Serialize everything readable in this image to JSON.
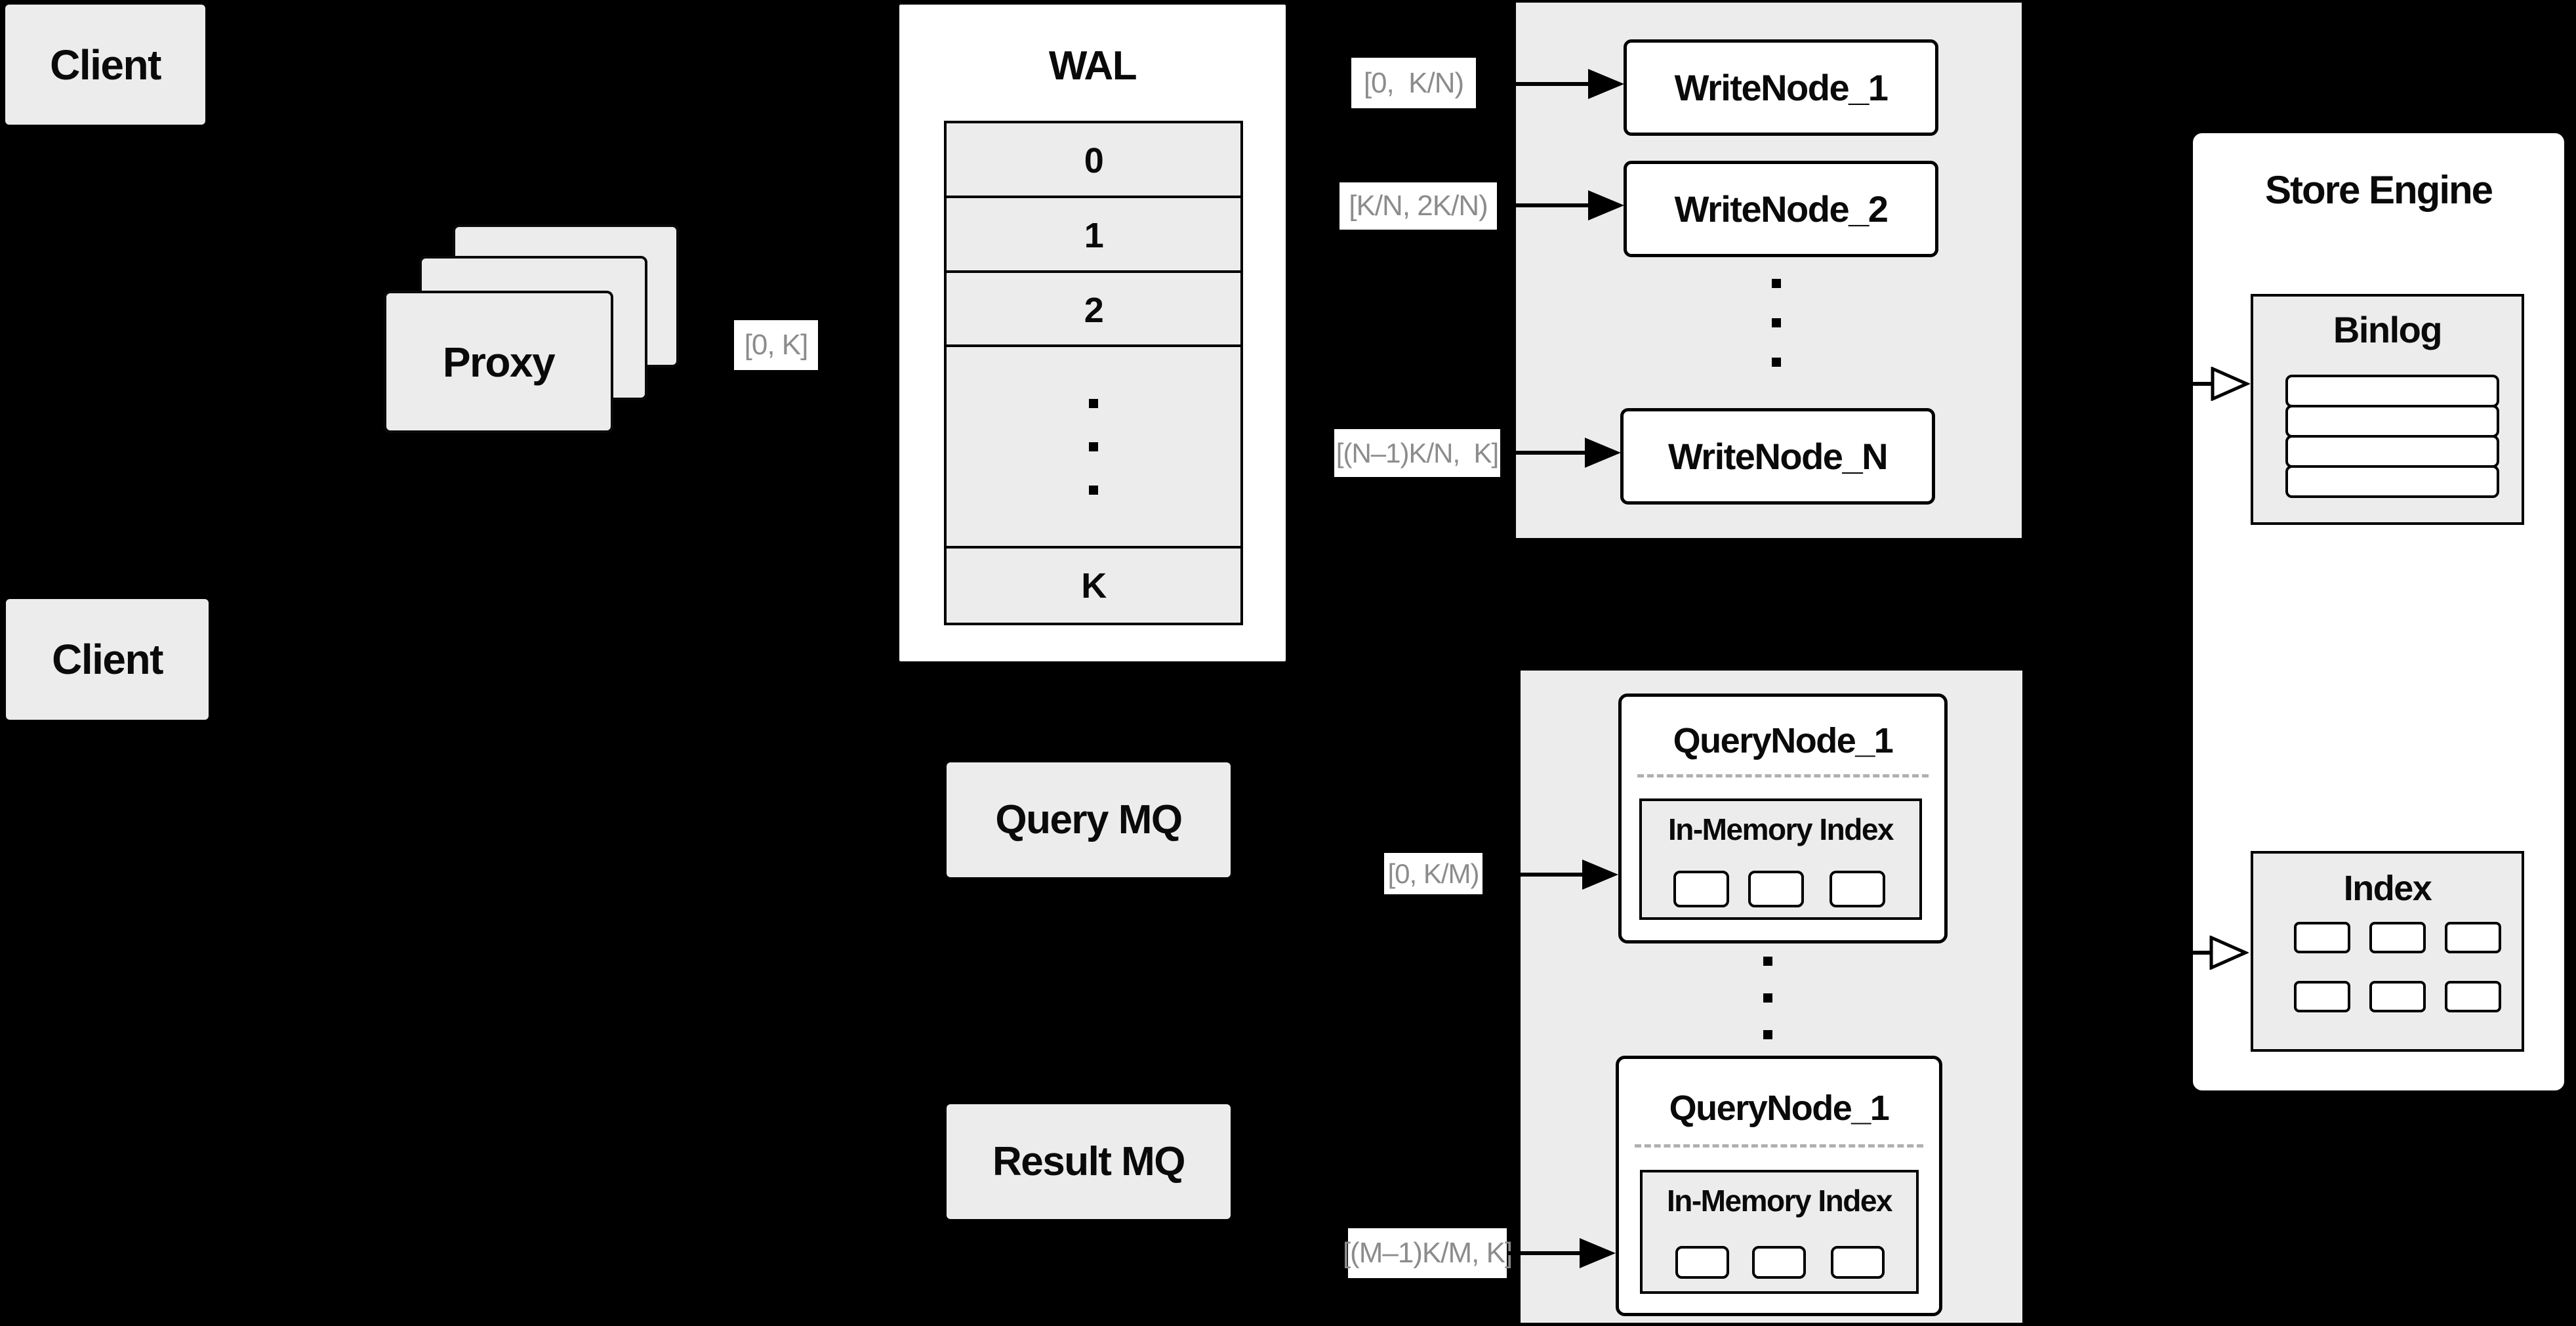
{
  "colors": {
    "background": "#000000",
    "box_fill": "#ececec",
    "node_fill": "#ffffff",
    "border": "#000000",
    "range_text": "#8c8c8c",
    "divider_dash": "#b0b0b0"
  },
  "clients": {
    "top_label": "Client",
    "bottom_label": "Client"
  },
  "proxy": {
    "label": "Proxy",
    "range": "[0, K]"
  },
  "wal": {
    "title": "WAL",
    "segments": [
      "0",
      "1",
      "2",
      "K"
    ]
  },
  "write_group": {
    "node1": "WriteNode_1",
    "node2": "WriteNode_2",
    "nodeN": "WriteNode_N",
    "range1": "[0,  K/N)",
    "range2": "[K/N, 2K/N)",
    "rangeN": "[(N–1)K/N,  K]"
  },
  "mq": {
    "query": "Query MQ",
    "result": "Result MQ"
  },
  "query_group": {
    "node1_title": "QueryNode_1",
    "node2_title": "QueryNode_1",
    "inmem1": "In-Memory Index",
    "inmem2": "In-Memory Index",
    "range1": "[0, K/M)",
    "range2": "[(M–1)K/M, K]"
  },
  "store_engine": {
    "title": "Store Engine",
    "binlog": "Binlog",
    "index": "Index"
  }
}
